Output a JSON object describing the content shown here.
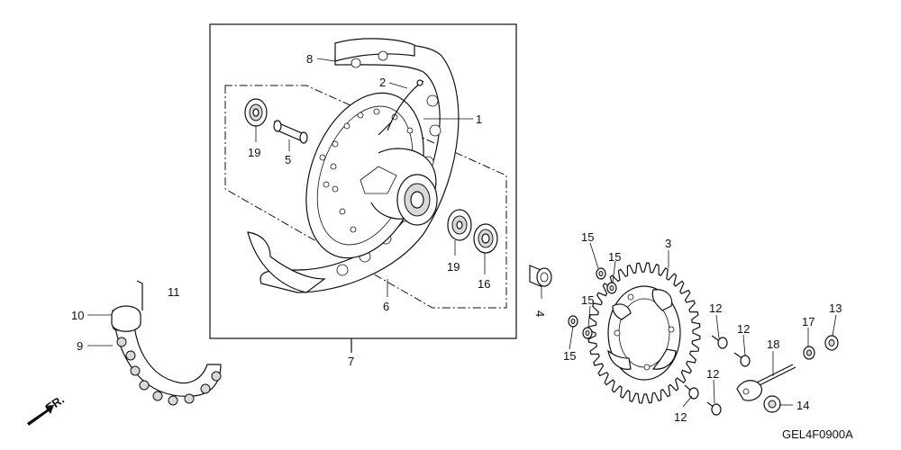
{
  "diagram": {
    "code": "GEL4F0900A",
    "direction_label": "FR.",
    "callouts": {
      "c1": "1",
      "c2": "2",
      "c3": "3",
      "c4": "4",
      "c5": "5",
      "c6": "6",
      "c7": "7",
      "c8": "8",
      "c9": "9",
      "c10": "10",
      "c11": "11",
      "c12a": "12",
      "c12b": "12",
      "c12c": "12",
      "c12d": "12",
      "c13": "13",
      "c14": "14",
      "c15a": "15",
      "c15b": "15",
      "c15c": "15",
      "c15d": "15",
      "c16": "16",
      "c17": "17",
      "c18": "18",
      "c19a": "19",
      "c19b": "19"
    }
  }
}
